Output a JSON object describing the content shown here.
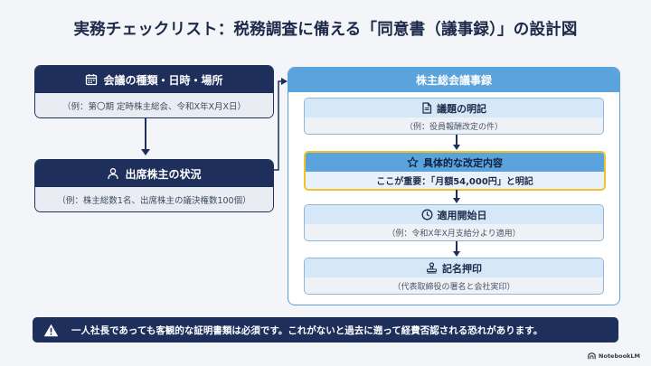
{
  "title": "実務チェックリスト：税務調査に備える「同意書（議事録）」の設計図",
  "left": {
    "meeting": {
      "heading": "会議の種類・日時・場所",
      "example": "（例：第〇期 定時株主総会、令和X年X月X日）",
      "icon": "calendar-icon"
    },
    "shareholders": {
      "heading": "出席株主の状況",
      "example": "（例：株主総数1名、出席株主の議決権数100個）",
      "icon": "person-icon"
    }
  },
  "minutes": {
    "heading": "株主総会議事録",
    "steps": [
      {
        "heading": "議題の明記",
        "detail": "（例：役員報酬改定の件）",
        "icon": "document-icon"
      },
      {
        "heading": "具体的な改定内容",
        "detail": "ここが重要：「月額54,000円」と明記",
        "icon": "star-icon",
        "highlight": "#f2c12e"
      },
      {
        "heading": "適用開始日",
        "detail": "（例：令和X年X月支給分より適用）",
        "icon": "clock-icon"
      },
      {
        "heading": "記名押印",
        "detail": "（代表取締役の署名と会社実印）",
        "icon": "stamp-icon"
      }
    ]
  },
  "warning": {
    "icon": "warning-icon",
    "text": "一人社長であっても客観的な証明書類は必須です。これがないと過去に遡って経費否認される恐れがあります。"
  },
  "brand": {
    "name": "NotebookLM",
    "icon": "notebooklm-icon"
  },
  "colors": {
    "navy": "#1e2f5c",
    "accent_blue": "#5aa3dc",
    "light_blue": "#d6e8f7",
    "highlight": "#f2c12e",
    "background": "#f3f5f9"
  }
}
